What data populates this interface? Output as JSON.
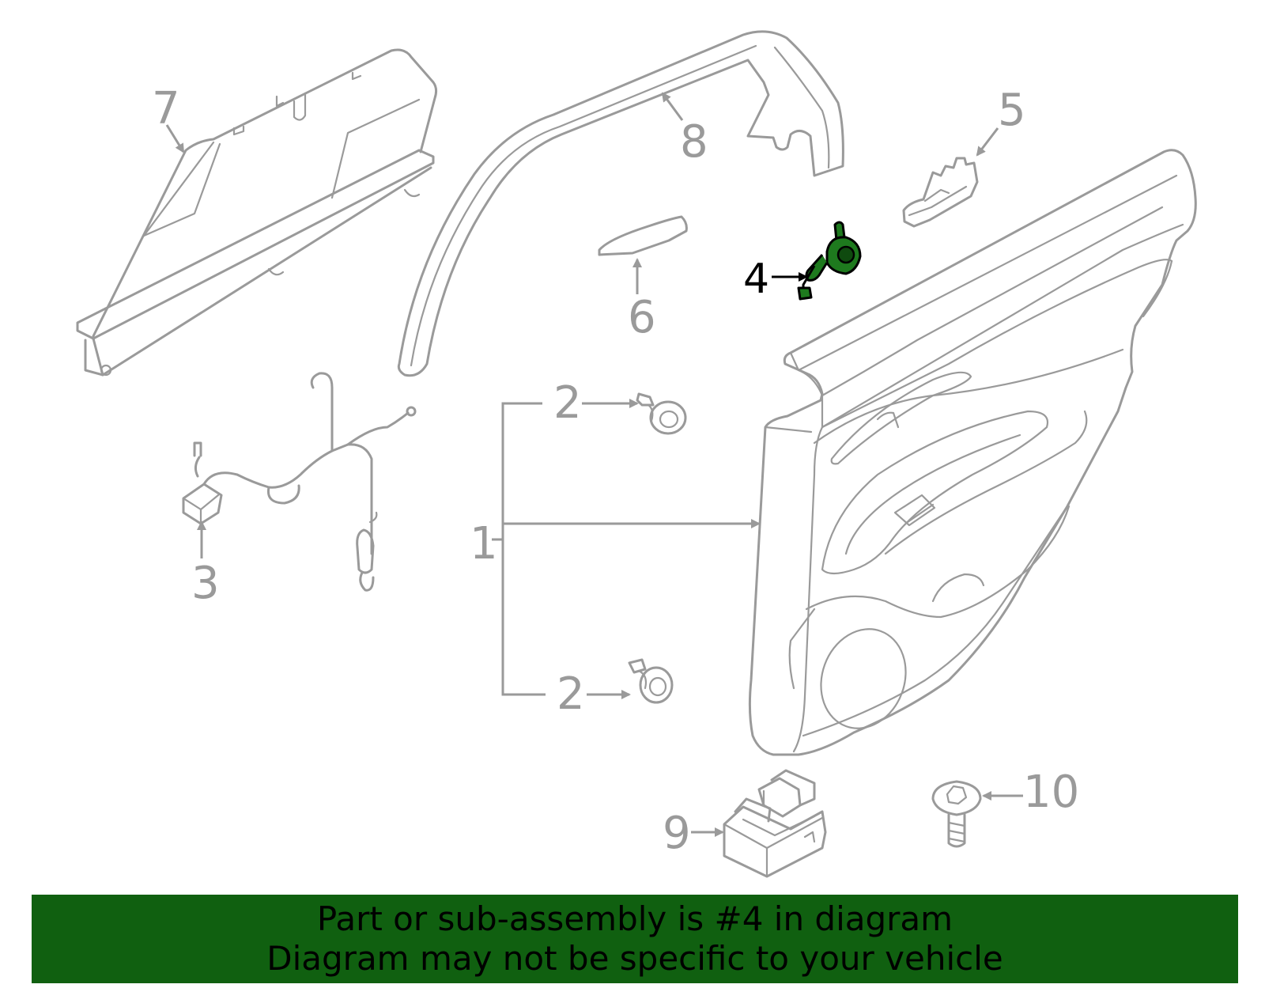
{
  "callouts": {
    "c1": "1",
    "c2a": "2",
    "c2b": "2",
    "c3": "3",
    "c4": "4",
    "c5": "5",
    "c6": "6",
    "c7": "7",
    "c8": "8",
    "c9": "9",
    "c10": "10"
  },
  "highlight_color": "#1e7a1e",
  "banner": {
    "line1": "Part or sub-assembly is #4 in diagram",
    "line2": "Diagram may not be specific to your vehicle",
    "background": "#106010"
  }
}
